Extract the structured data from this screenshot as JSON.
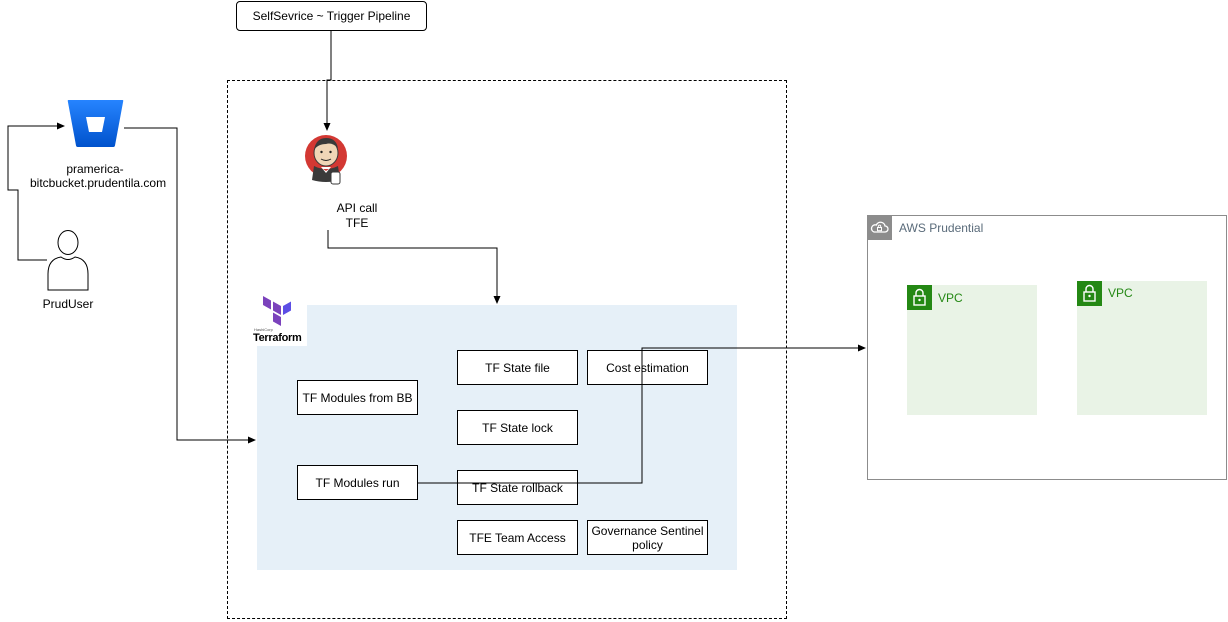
{
  "trigger": {
    "label": "SelfSevrice ~ Trigger Pipeline"
  },
  "jenkins": {
    "label_line1": "API call",
    "label_line2": "TFE"
  },
  "bitbucket": {
    "label_line1": "pramerica-",
    "label_line2": "bitcbucket.prudentila.com"
  },
  "user": {
    "label": "PrudUser"
  },
  "terraform": {
    "logo_text": "Terraform",
    "logo_small": "HashiCorp"
  },
  "tf_boxes": {
    "state_file": "TF State file",
    "cost": "Cost estimation",
    "modules_bb": "TF Modules from BB",
    "state_lock": "TF State lock",
    "modules_run": "TF Modules run",
    "state_rollback": "TF State rollback",
    "team_access": "TFE Team Access",
    "sentinel": "Governance Sentinel policy"
  },
  "aws": {
    "title": "AWS Prudential"
  },
  "vpcs": [
    {
      "label": "VPC"
    },
    {
      "label": "VPC"
    }
  ],
  "colors": {
    "terraform_bg": "#E6F0F8",
    "terraform_purple": "#7B42BC",
    "bitbucket_blue": "#2684FF",
    "vpc_bg": "#E9F3E6",
    "vpc_green": "#248814",
    "aws_border": "#8C8C8C",
    "aws_text": "#5A6B7A",
    "jenkins_red": "#D33833"
  }
}
